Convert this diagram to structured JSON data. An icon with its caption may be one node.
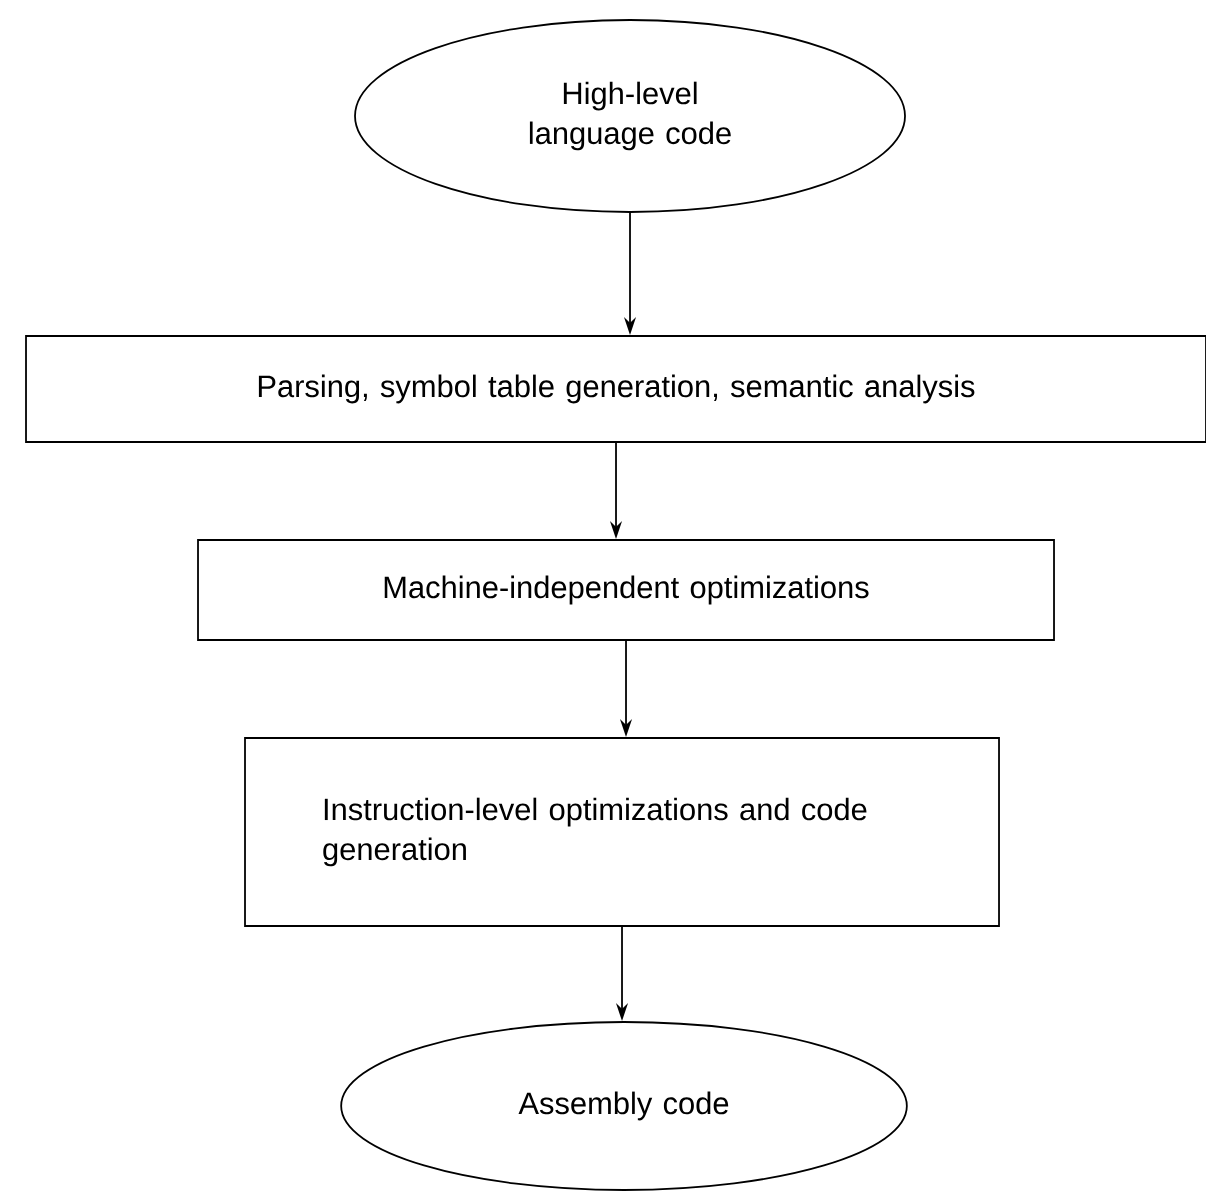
{
  "diagram": {
    "nodes": [
      {
        "text": [
          "High-level language code"
        ]
      },
      {
        "text": [
          "Parsing, symbol table generation, semantic analysis"
        ]
      },
      {
        "text": [
          "Machine-independent optimizations"
        ]
      },
      {
        "text": [
          "Instruction-level optimizations and code generation"
        ]
      },
      {
        "text": [
          "Assembly code"
        ]
      }
    ],
    "edges": [
      {
        "from": 0,
        "to": 1,
        "arrow": "to"
      },
      {
        "from": 1,
        "to": 2,
        "arrow": "to"
      },
      {
        "from": 2,
        "to": 3,
        "arrow": "to"
      },
      {
        "from": 3,
        "to": 4,
        "arrow": "to"
      }
    ]
  }
}
